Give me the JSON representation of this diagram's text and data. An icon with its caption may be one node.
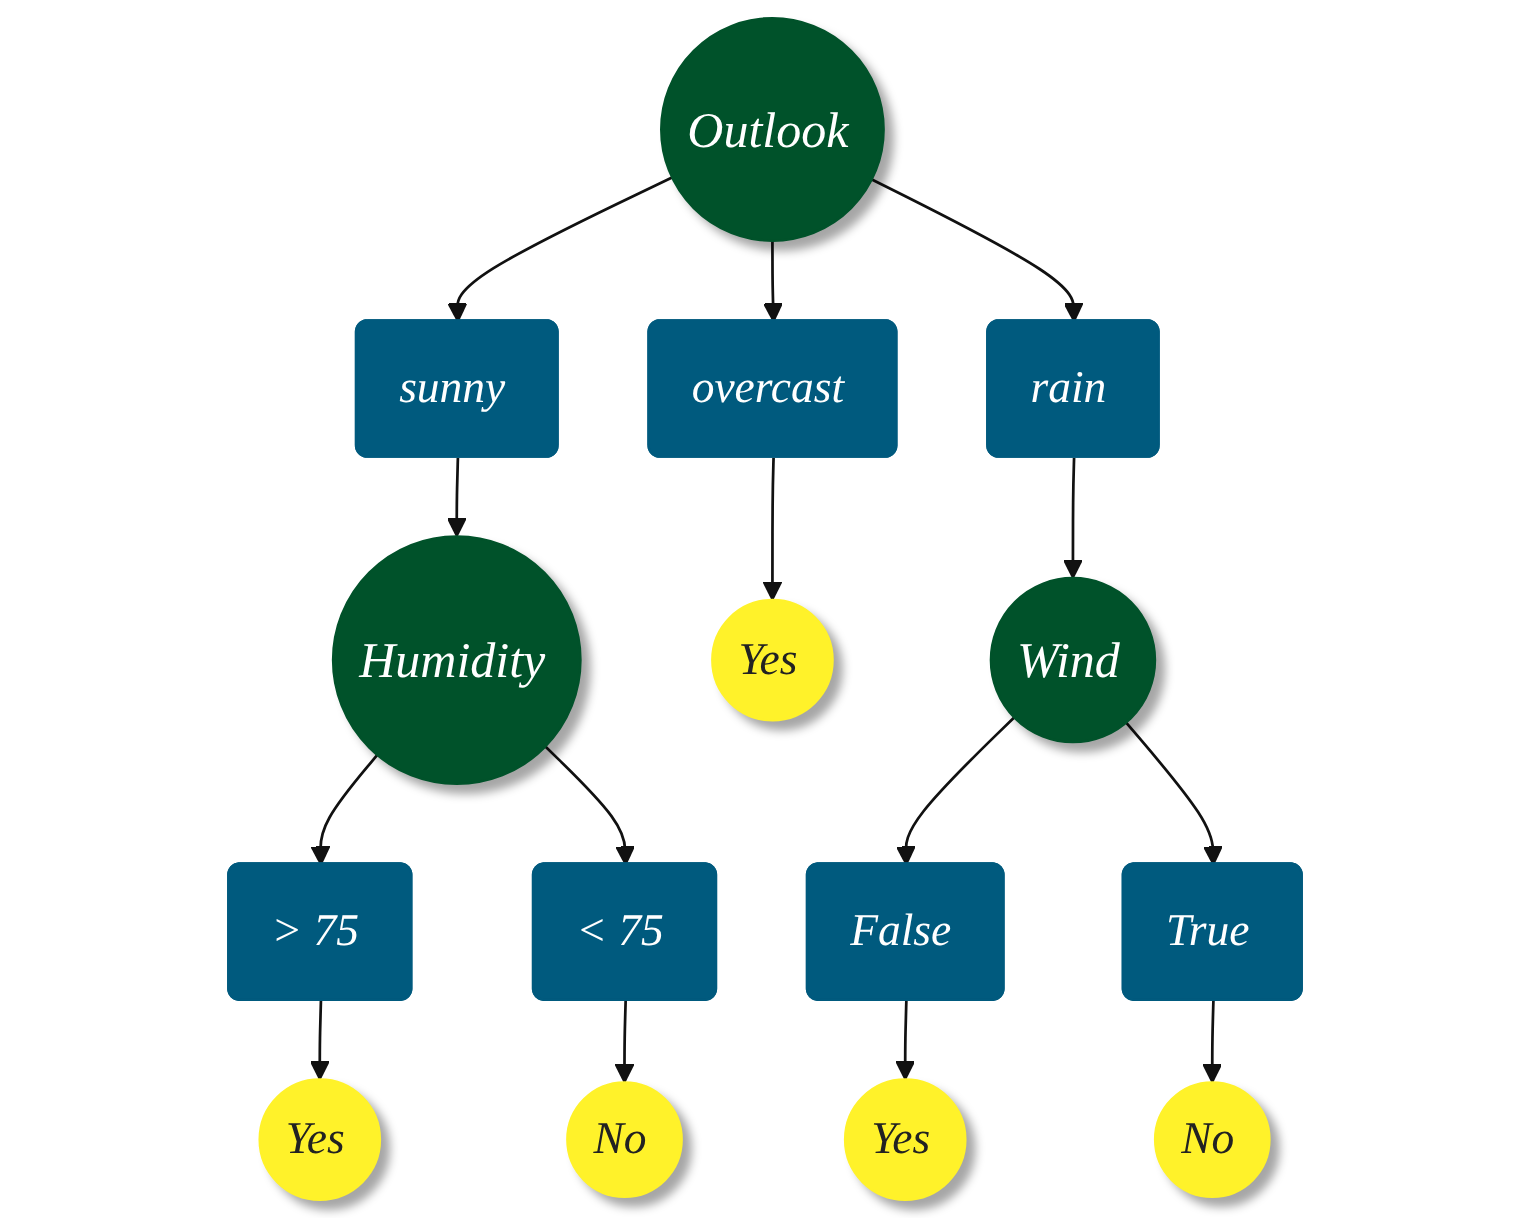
{
  "diagram": {
    "nodes": [
      {
        "text": [
          "Outlook"
        ]
      },
      {
        "text": [
          "sunny"
        ]
      },
      {
        "text": [
          "overcast"
        ]
      },
      {
        "text": [
          "rain"
        ]
      },
      {
        "text": [
          "Humidity"
        ]
      },
      {
        "text": [
          "Yes"
        ]
      },
      {
        "text": [
          "Wind"
        ]
      },
      {
        "text": [
          "False"
        ]
      },
      {
        "text": [
          "True"
        ]
      },
      {
        "text": [
          "> 75"
        ]
      },
      {
        "text": [
          "< 75"
        ]
      },
      {
        "text": [
          "Yes"
        ]
      },
      {
        "text": [
          "No"
        ]
      },
      {
        "text": [
          "Yes"
        ]
      },
      {
        "text": [
          "No"
        ]
      }
    ],
    "edges": [
      {
        "from": 0,
        "to": 1,
        "arrow": "to"
      },
      {
        "from": 0,
        "to": 2,
        "arrow": "to"
      },
      {
        "from": 0,
        "to": 3,
        "arrow": "to"
      },
      {
        "from": 1,
        "to": 4,
        "arrow": "to"
      },
      {
        "from": 2,
        "to": 5,
        "arrow": "to"
      },
      {
        "from": 3,
        "to": 6,
        "arrow": "to"
      },
      {
        "from": 4,
        "to": 9,
        "arrow": "to"
      },
      {
        "from": 4,
        "to": 10,
        "arrow": "to"
      },
      {
        "from": 6,
        "to": 7,
        "arrow": "to"
      },
      {
        "from": 6,
        "to": 8,
        "arrow": "to"
      },
      {
        "from": 7,
        "to": 11,
        "arrow": "to"
      },
      {
        "from": 8,
        "to": 12,
        "arrow": "to"
      },
      {
        "from": 9,
        "to": 13,
        "arrow": "to"
      },
      {
        "from": 10,
        "to": 14,
        "arrow": "to"
      }
    ]
  }
}
